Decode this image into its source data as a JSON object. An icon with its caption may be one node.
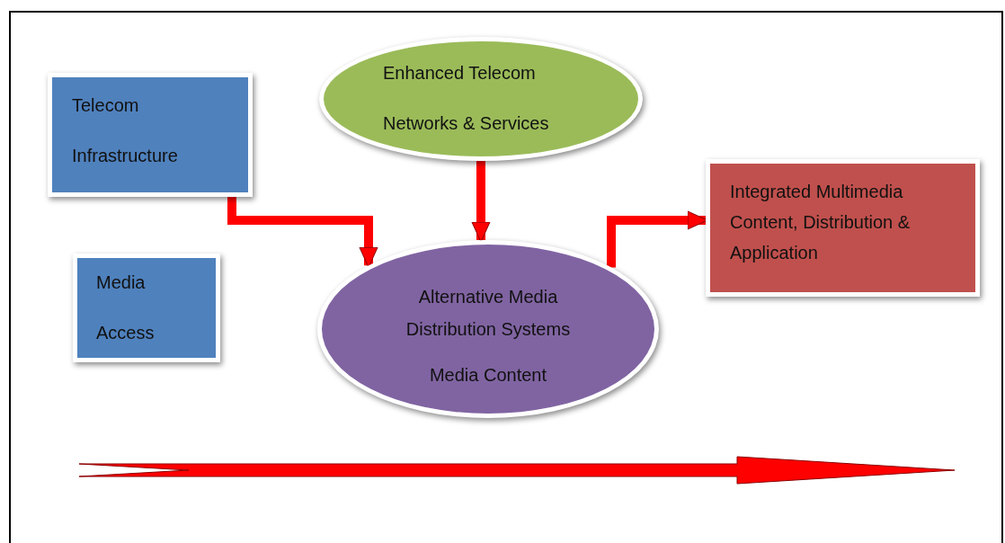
{
  "diagram": {
    "nodes": [
      {
        "text": [
          "Telecom",
          "Infrastructure"
        ]
      },
      {
        "text": [
          "Media",
          "Access"
        ]
      },
      {
        "text": [
          "Enhanced Telecom",
          "Networks & Services"
        ]
      },
      {
        "text": [
          "Alternative Media Distribution Systems",
          "Media Content"
        ]
      },
      {
        "text": [
          "Integrated Multimedia Content, Distribution & Application"
        ]
      }
    ],
    "edges": [
      {
        "from": 0,
        "to": 3,
        "arrow": "to"
      },
      {
        "from": 2,
        "to": 3,
        "arrow": "to"
      },
      {
        "from": 3,
        "to": 4,
        "arrow": "to"
      }
    ]
  }
}
